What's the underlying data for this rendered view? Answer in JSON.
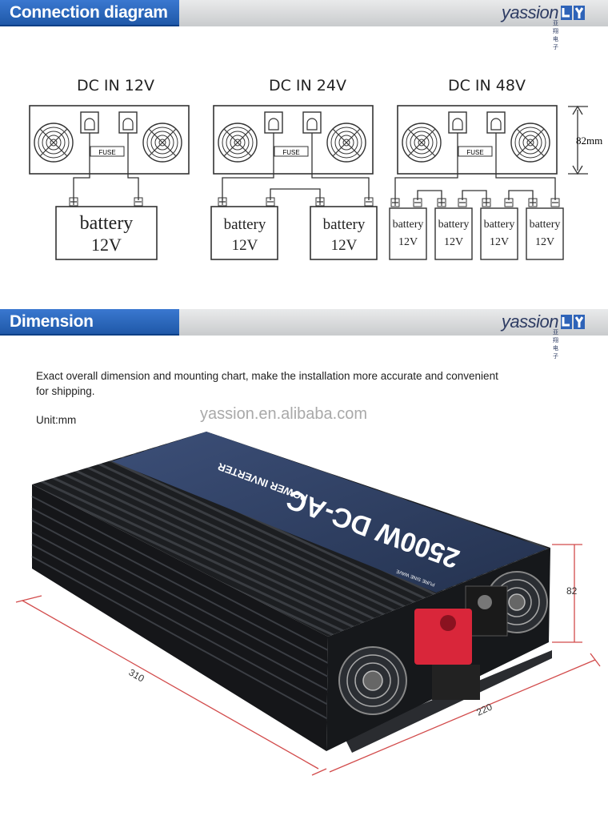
{
  "section1": {
    "title": "Connection diagram"
  },
  "brand": {
    "name": "yassion",
    "subtitle": "亚翔电子"
  },
  "diagrams": [
    {
      "label": "DC IN 12V",
      "fuse": "FUSE",
      "batteries": [
        {
          "text": "battery",
          "voltage": "12V"
        }
      ]
    },
    {
      "label": "DC IN 24V",
      "fuse": "FUSE",
      "batteries": [
        {
          "text": "battery",
          "voltage": "12V"
        },
        {
          "text": "battery",
          "voltage": "12V"
        }
      ]
    },
    {
      "label": "DC IN 48V",
      "fuse": "FUSE",
      "height_label": "82mm",
      "batteries": [
        {
          "text": "battery",
          "voltage": "12V"
        },
        {
          "text": "battery",
          "voltage": "12V"
        },
        {
          "text": "battery",
          "voltage": "12V"
        },
        {
          "text": "battery",
          "voltage": "12V"
        }
      ]
    }
  ],
  "section2": {
    "title": "Dimension",
    "description_line1": "Exact overall dimension and mounting chart, make the installation more accurate and convenient",
    "description_line2": "for shipping.",
    "unit": "Unit:mm",
    "watermark": "yassion.en.alibaba.com"
  },
  "product": {
    "model_text": "2500W DC-AC",
    "line2": "POWER INVERTER",
    "wave_text": "PURE SINE WAVE",
    "dimensions": {
      "length": "310",
      "width": "220",
      "height": "82"
    }
  },
  "colors": {
    "tab_blue": "#2563b8",
    "banner_gray": "#d4d6d8",
    "logo_blue": "#2e3c63",
    "terminal_red": "#d9263a"
  }
}
